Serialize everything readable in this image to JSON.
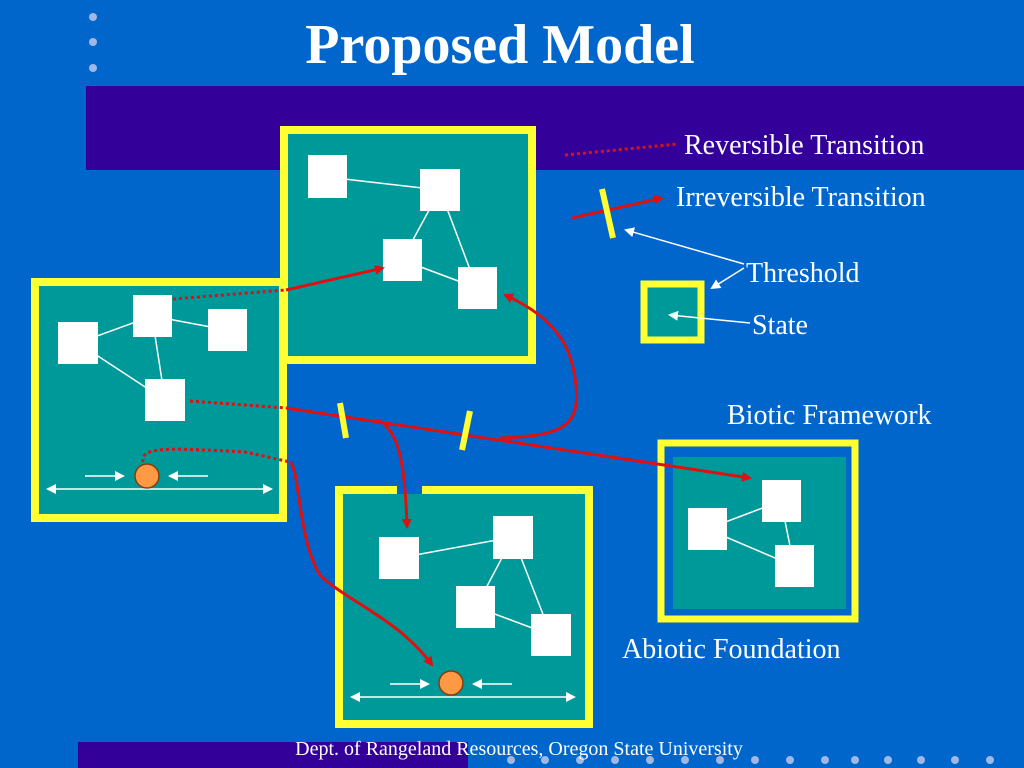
{
  "slide": {
    "title": "Proposed Model",
    "footer": "Dept. of Rangeland Resources, Oregon State University"
  },
  "legend": {
    "reversible": "Reversible Transition",
    "irreversible": "Irreversible Transition",
    "threshold": "Threshold",
    "state": "State",
    "biotic": "Biotic Framework",
    "abiotic": "Abiotic Foundation"
  },
  "colors": {
    "background": "#0066cc",
    "band": "#330099",
    "state_fill": "#009999",
    "threshold": "#ffff33",
    "transition": "#dd1111",
    "ball": "#ff9944"
  }
}
